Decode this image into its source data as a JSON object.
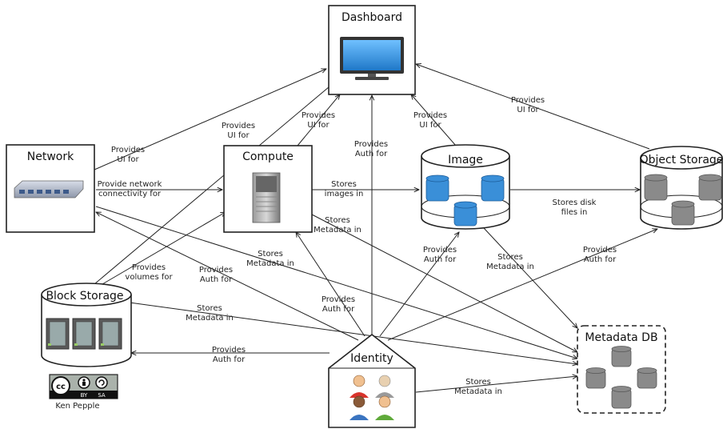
{
  "nodes": {
    "dashboard": {
      "title": "Dashboard"
    },
    "network": {
      "title": "Network"
    },
    "compute": {
      "title": "Compute"
    },
    "image": {
      "title": "Image"
    },
    "object_storage": {
      "title": "Object Storage"
    },
    "block_storage": {
      "title": "Block Storage"
    },
    "identity": {
      "title": "Identity"
    },
    "metadata_db": {
      "title": "Metadata DB"
    }
  },
  "edge_labels": {
    "network_dashboard": [
      "Provides",
      "UI for"
    ],
    "blockstorage_dashboard": [
      "Provides",
      "UI for"
    ],
    "compute_dashboard": [
      "Provides",
      "UI for"
    ],
    "identity_dashboard": [
      "Provides",
      "Auth for"
    ],
    "image_dashboard": [
      "Provides",
      "UI for"
    ],
    "objectstorage_dashboard": [
      "Provides",
      "UI for"
    ],
    "network_compute": [
      "Provide network",
      "connectivity for"
    ],
    "compute_image": [
      "Stores",
      "images in"
    ],
    "image_objectstorage": [
      "Stores disk",
      "files in"
    ],
    "compute_metadata": [
      "Stores",
      "Metadata in"
    ],
    "network_metadata": [
      "Stores",
      "Metadata in"
    ],
    "image_metadata": [
      "Stores",
      "Metadata in"
    ],
    "blockstorage_compute": [
      "Provides",
      "volumes for"
    ],
    "identity_network": [
      "Provides",
      "Auth for"
    ],
    "identity_compute": [
      "Provides",
      "Auth for"
    ],
    "identity_image": [
      "Provides",
      "Auth for"
    ],
    "identity_objectstorage": [
      "Provides",
      "Auth for"
    ],
    "blockstorage_metadata": [
      "Stores",
      "Metadata in"
    ],
    "identity_blockstorage": [
      "Provides",
      "Auth for"
    ],
    "identity_metadata": [
      "Stores",
      "Metadata in"
    ]
  },
  "license": {
    "cc": "cc",
    "by": "BY",
    "sa": "SA",
    "author": "Ken Pepple"
  },
  "colors": {
    "line": "#222222",
    "monitor": "#2f8fe0",
    "db_blue": "#3a8fd8",
    "db_gray": "#8a8a8a",
    "cc_bg": "#aab2ab"
  }
}
